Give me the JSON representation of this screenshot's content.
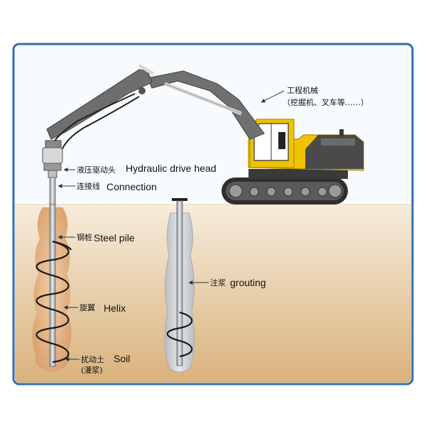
{
  "diagram": {
    "colors": {
      "frame_border": "#2f6fb3",
      "sky": "#f8fbfd",
      "soil_top": "#f7ecdc",
      "soil_bottom": "#d9b27c",
      "excavator_body": "#f2c200",
      "excavator_arm": "#6e6e6e",
      "pile_steel": "#b9bfc6",
      "disturbed_soil": "#e7bb8f"
    },
    "machine": {
      "label_cn": "工程机械",
      "label_cn_sub": "（挖掘机、叉车等……）"
    },
    "drive_head": {
      "label_cn": "液压驱动头",
      "label_en": "Hydraulic drive head"
    },
    "connection": {
      "label_cn": "连接线",
      "label_en": "Connection"
    },
    "steel_pile": {
      "label_cn": "钢桩",
      "label_en": "Steel pile"
    },
    "helix": {
      "label_cn": "旋翼",
      "label_en": "Helix"
    },
    "soil": {
      "label_cn": "扰动土",
      "label_cn_sub": "(灌浆)",
      "label_en": "Soil"
    },
    "grouting": {
      "label_cn": "注浆",
      "label_en": "grouting"
    }
  }
}
